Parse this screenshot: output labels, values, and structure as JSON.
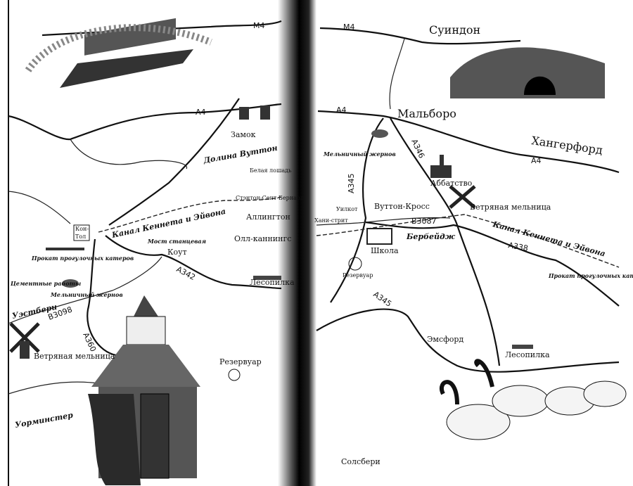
{
  "left_page": {
    "roads": {
      "m4": "M4",
      "a4": "A4",
      "a342": "A342",
      "b3098": "B3098",
      "a360": "A360"
    },
    "places": {
      "castle": "Замок",
      "valley": "Долина Вуттон",
      "white_horse": "Белая лошадь",
      "stanton": "Стэнтон-Сент-Бернард",
      "allington": "Аллингтон",
      "canal": "Канал Кеннета и Эйвона",
      "town_top": "Кон-",
      "town_bottom": "Тол",
      "bridge_station": "Мост станцевая",
      "all_cannings": "Олл-каннингс",
      "coate": "Коут",
      "boat_hire": "Прокат прогулочных катеров",
      "sawmill": "Лесопилка",
      "cement": "Цементные работы",
      "millstone": "Мельничный жернов",
      "westbury": "Уэстбери",
      "windmill": "Ветряная мельница",
      "reservoir": "Резервуар",
      "warminster": "Уорминстер"
    }
  },
  "right_page": {
    "roads": {
      "m4": "M4",
      "a4_west": "A4",
      "a4_east": "A4",
      "a345": "A345",
      "a346": "A346",
      "b3087": "B3087",
      "a338": "A338",
      "a345_south": "A345"
    },
    "places": {
      "swindon": "Суиндон",
      "marlborough": "Мальборо",
      "hungerford": "Хангерфорд",
      "millstone": "Мельничный жернов",
      "abbey": "Аббатство",
      "windmill": "Ветряная мельница",
      "wilcot": "Уилкот",
      "wootton_cross": "Вуттон-Кросс",
      "honey_street": "Хани-стрит",
      "burbage": "Бербейдж",
      "canal": "Канал Кеннета и Эйвона",
      "boat_hire": "Прокат прогулочных катеров",
      "school": "Школа",
      "reservoir": "Резервуар",
      "emsford": "Эмсфорд",
      "sawmill": "Лесопилка",
      "salisbury": "Солсбери"
    }
  }
}
